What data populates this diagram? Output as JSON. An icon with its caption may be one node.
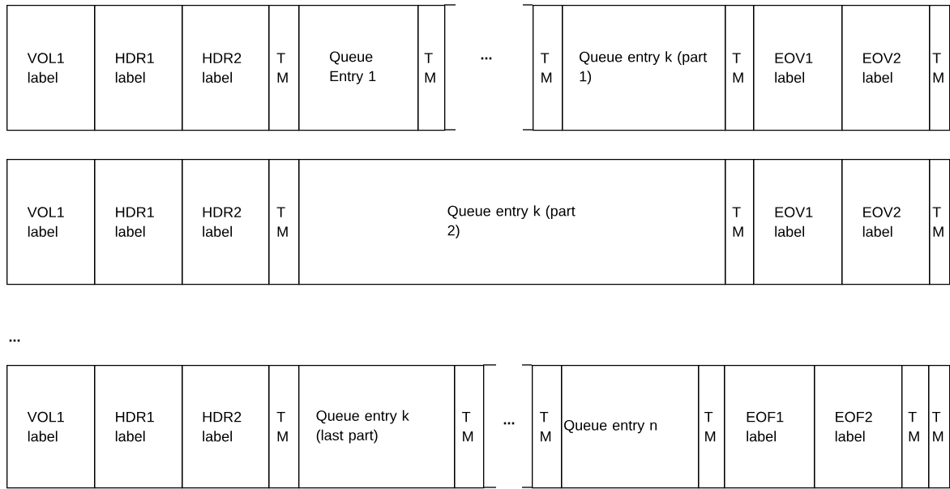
{
  "diagram": {
    "nodes": [
      {
        "text": [
          "VOL1 label"
        ]
      },
      {
        "text": [
          "HDR1 label"
        ]
      },
      {
        "text": [
          "HDR2 label"
        ]
      },
      {
        "text": [
          "T M"
        ]
      },
      {
        "text": [
          "Queue Entry 1"
        ]
      },
      {
        "text": [
          "T M"
        ]
      },
      {
        "text": [
          "T M"
        ]
      },
      {
        "text": [
          "Queue entry k (part 1)"
        ]
      },
      {
        "text": [
          "T M"
        ]
      },
      {
        "text": [
          "EOV1 label"
        ]
      },
      {
        "text": [
          "EOV2 label"
        ]
      },
      {
        "text": [
          "T M"
        ]
      },
      {
        "text": [
          "VOL1 label"
        ]
      },
      {
        "text": [
          "HDR1 label"
        ]
      },
      {
        "text": [
          "HDR2 label"
        ]
      },
      {
        "text": [
          "T M"
        ]
      },
      {
        "text": [
          "Queue entry k (part 2)"
        ]
      },
      {
        "text": [
          "T M"
        ]
      },
      {
        "text": [
          "EOV1 label"
        ]
      },
      {
        "text": [
          "EOV2 label"
        ]
      },
      {
        "text": [
          "T M"
        ]
      },
      {
        "text": [
          "VOL1 label"
        ]
      },
      {
        "text": [
          "HDR1 label"
        ]
      },
      {
        "text": [
          "HDR2 label"
        ]
      },
      {
        "text": [
          "T M"
        ]
      },
      {
        "text": [
          "Queue entry k (last part)"
        ]
      },
      {
        "text": [
          "T M"
        ]
      },
      {
        "text": [
          "T M"
        ]
      },
      {
        "text": [
          "Queue entry n"
        ]
      },
      {
        "text": [
          "T M"
        ]
      },
      {
        "text": [
          "EOF1 label"
        ]
      },
      {
        "text": [
          "EOF2 label"
        ]
      },
      {
        "text": [
          "T M"
        ]
      },
      {
        "text": [
          "T M"
        ]
      }
    ],
    "labels": [
      "...",
      "...",
      "..."
    ]
  }
}
